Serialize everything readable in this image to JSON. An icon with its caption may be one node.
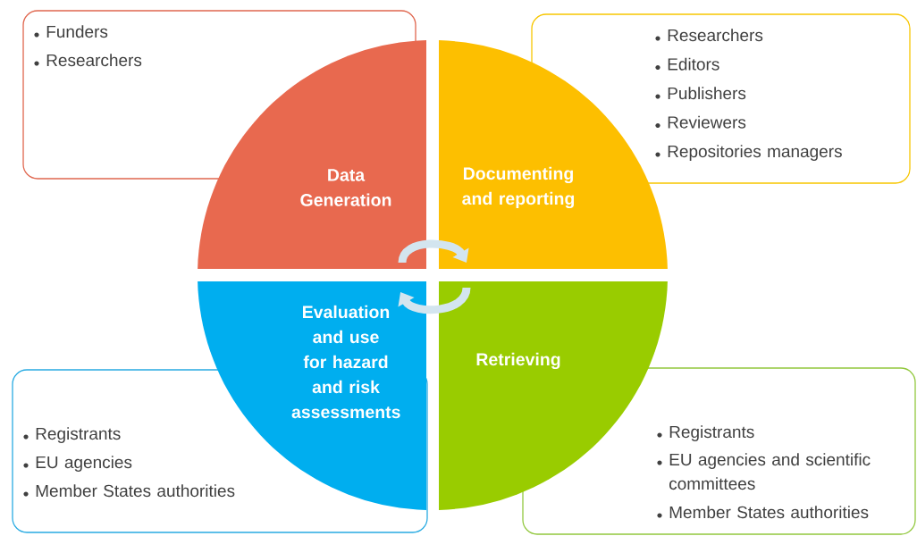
{
  "diagram": {
    "nodes": [
      {
        "text": [
          "Funders",
          "Researchers"
        ]
      },
      {
        "text": [
          "Researchers",
          "Editors",
          "Publishers",
          "Reviewers",
          "Repositories managers"
        ]
      },
      {
        "text": [
          "Data Generation"
        ]
      },
      {
        "text": [
          "Documenting and reporting"
        ]
      },
      {
        "text": [
          "Evaluation and use for hazard and risk assessments"
        ]
      },
      {
        "text": [
          "Retrieving"
        ]
      },
      {
        "text": [
          "Registrants",
          "EU agencies",
          "Member States authorities"
        ]
      },
      {
        "text": [
          "Registrants",
          "EU agencies and scientific committees",
          "Member States authorities"
        ]
      }
    ],
    "edges": [
      {
        "from": 2,
        "to": 3,
        "arrow": "to"
      },
      {
        "from": 5,
        "to": 4,
        "arrow": "to"
      }
    ]
  }
}
